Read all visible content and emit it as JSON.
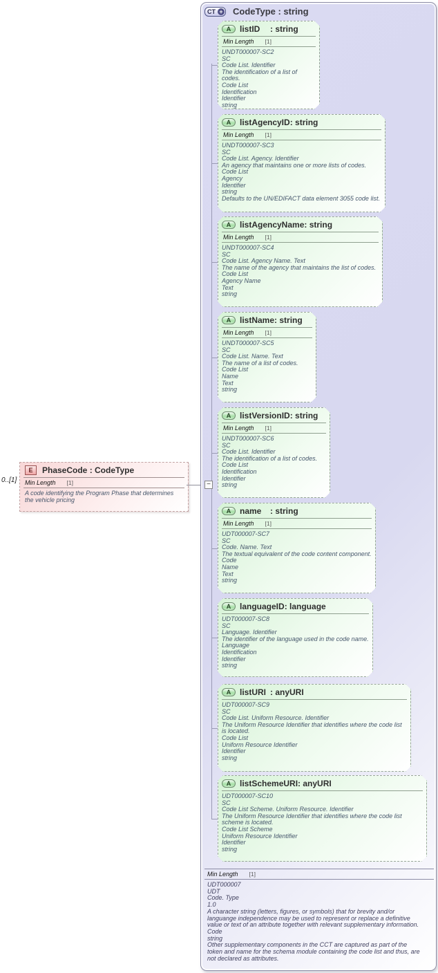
{
  "colors": {
    "type_box_fill": "#d8d8f0",
    "attribute_fill": "#d7f3d7",
    "element_fill": "#f8d7d7",
    "type_border": "#8e8ea6",
    "annotation_text": "#45566b"
  },
  "element_box": {
    "cardinality": "0..[1]",
    "icon": "E",
    "title": "PhaseCode : CodeType",
    "facet": {
      "name": "Min Length",
      "value": "[1]"
    },
    "description": "A code identifying the Program Phase that determines the vehicle pricing"
  },
  "connector": {
    "collapse_glyph": "−"
  },
  "type_box": {
    "icon": "CT",
    "icon_plus": "+",
    "title": "CodeType : string",
    "attributes": [
      {
        "icon": "A",
        "name": "listID",
        "type_label": ": string",
        "facet": {
          "name": "Min Length",
          "value": "[1]"
        },
        "lines": [
          "UNDT000007-SC2",
          "SC",
          "Code List. Identifier",
          "The identification of a list of codes.",
          "Code List",
          "Identification",
          "Identifier",
          "string"
        ]
      },
      {
        "icon": "A",
        "name": "listAgencyID",
        "type_label": ": string",
        "facet": {
          "name": "Min Length",
          "value": "[1]"
        },
        "lines": [
          "UNDT000007-SC3",
          "SC",
          "Code List. Agency. Identifier",
          "An agency that maintains one or more lists of codes.",
          "Code List",
          "Agency",
          "Identifier",
          "string",
          "Defaults to the UN/EDIFACT data element 3055 code list."
        ]
      },
      {
        "icon": "A",
        "name": "listAgencyName",
        "type_label": ": string",
        "facet": {
          "name": "Min Length",
          "value": "[1]"
        },
        "lines": [
          "UNDT000007-SC4",
          "SC",
          "Code List. Agency Name. Text",
          "The name of the agency that maintains the list of codes.",
          "Code List",
          "Agency Name",
          "Text",
          "string"
        ]
      },
      {
        "icon": "A",
        "name": "listName",
        "type_label": ": string",
        "facet": {
          "name": "Min Length",
          "value": "[1]"
        },
        "lines": [
          "UNDT000007-SC5",
          "SC",
          "Code List. Name. Text",
          "The name of a list of codes.",
          "Code List",
          "Name",
          "Text",
          "string"
        ]
      },
      {
        "icon": "A",
        "name": "listVersionID",
        "type_label": ": string",
        "facet": {
          "name": "Min Length",
          "value": "[1]"
        },
        "lines": [
          "UNDT000007-SC6",
          "SC",
          "Code List. Identifier",
          "The identification of a list of codes.",
          "Code List",
          "Identification",
          "Identifier",
          "string"
        ]
      },
      {
        "icon": "A",
        "name": "name",
        "type_label": ": string",
        "facet": {
          "name": "Min Length",
          "value": "[1]"
        },
        "lines": [
          "UDT000007-SC7",
          "SC",
          "Code. Name. Text",
          "The textual equivalent of the code content component.",
          "Code",
          "Name",
          "Text",
          "string"
        ]
      },
      {
        "icon": "A",
        "name": "languageID",
        "type_label": ": language",
        "facet": null,
        "lines": [
          "UDT000007-SC8",
          "SC",
          "Language. Identifier",
          "The identifier of the language used in the code name.",
          "Language",
          "Identification",
          "Identifier",
          "string"
        ]
      },
      {
        "icon": "A",
        "name": "listURI",
        "type_label": ": anyURI",
        "facet": null,
        "lines": [
          "UDT000007-SC9",
          "SC",
          "Code List. Uniform Resource. Identifier",
          "The Uniform Resource Identifier that identifies where the code list is located.",
          "Code List",
          "Uniform Resource Identifier",
          "Identifier",
          "string"
        ]
      },
      {
        "icon": "A",
        "name": "listSchemeURI",
        "type_label": ": anyURI",
        "facet": null,
        "lines": [
          "UDT000007-SC10",
          "SC",
          "Code List Scheme. Uniform Resource. Identifier",
          "The Uniform Resource Identifier that identifies where the code list scheme is located.",
          "Code List Scheme",
          "Uniform Resource Identifier",
          "Identifier",
          "string"
        ]
      }
    ],
    "footer": {
      "facet": {
        "name": "Min Length",
        "value": "[1]"
      },
      "lines": [
        "UDT000007",
        "UDT",
        "Code. Type",
        "1.0",
        "A character string (letters, figures, or symbols) that for brevity and/or languange independence may be used to represent or replace a definitive value or text of an attribute together with relevant supplementary information.",
        "Code",
        "string",
        "Other supplementary components in the CCT are captured as part of the token and name for the schema module containing the code list and thus, are not declared as attributes."
      ]
    }
  }
}
